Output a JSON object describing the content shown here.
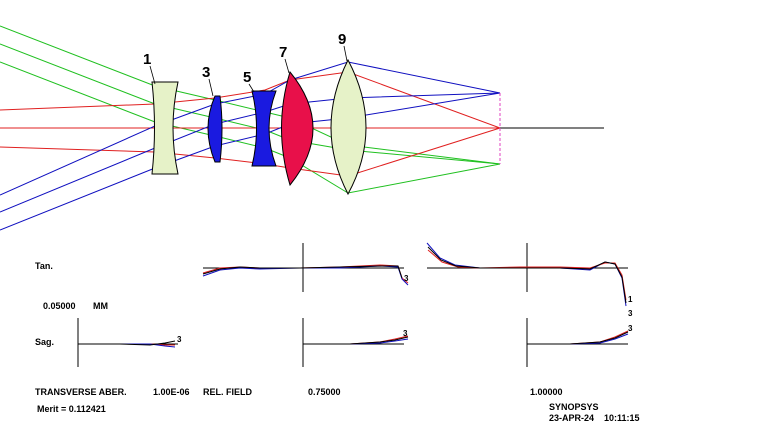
{
  "lens_labels": [
    "1",
    "3",
    "5",
    "7",
    "9"
  ],
  "colors": {
    "ray_red": "#e02020",
    "ray_green": "#20c020",
    "ray_blue": "#1010c0",
    "lens_green": "#e6f2c8",
    "lens_blue": "#1a1ae0",
    "lens_pink": "#e8104a",
    "focus_pink": "#e040c0"
  },
  "aberration": {
    "tan_label": "Tan.",
    "sag_label": "Sag.",
    "scale_value": "0.05000",
    "scale_unit": "MM",
    "title": "TRANSVERSE ABER.",
    "field_value_1": "1.00E-06",
    "field_label": "REL. FIELD",
    "field_value_2": "0.75000",
    "field_value_3": "1.00000",
    "merit": "Merit = 0.112421",
    "wavelength_labels": [
      "1",
      "3"
    ]
  },
  "footer": {
    "program": "SYNOPSYS",
    "date": "23-APR-24",
    "time": "10:11:15"
  }
}
